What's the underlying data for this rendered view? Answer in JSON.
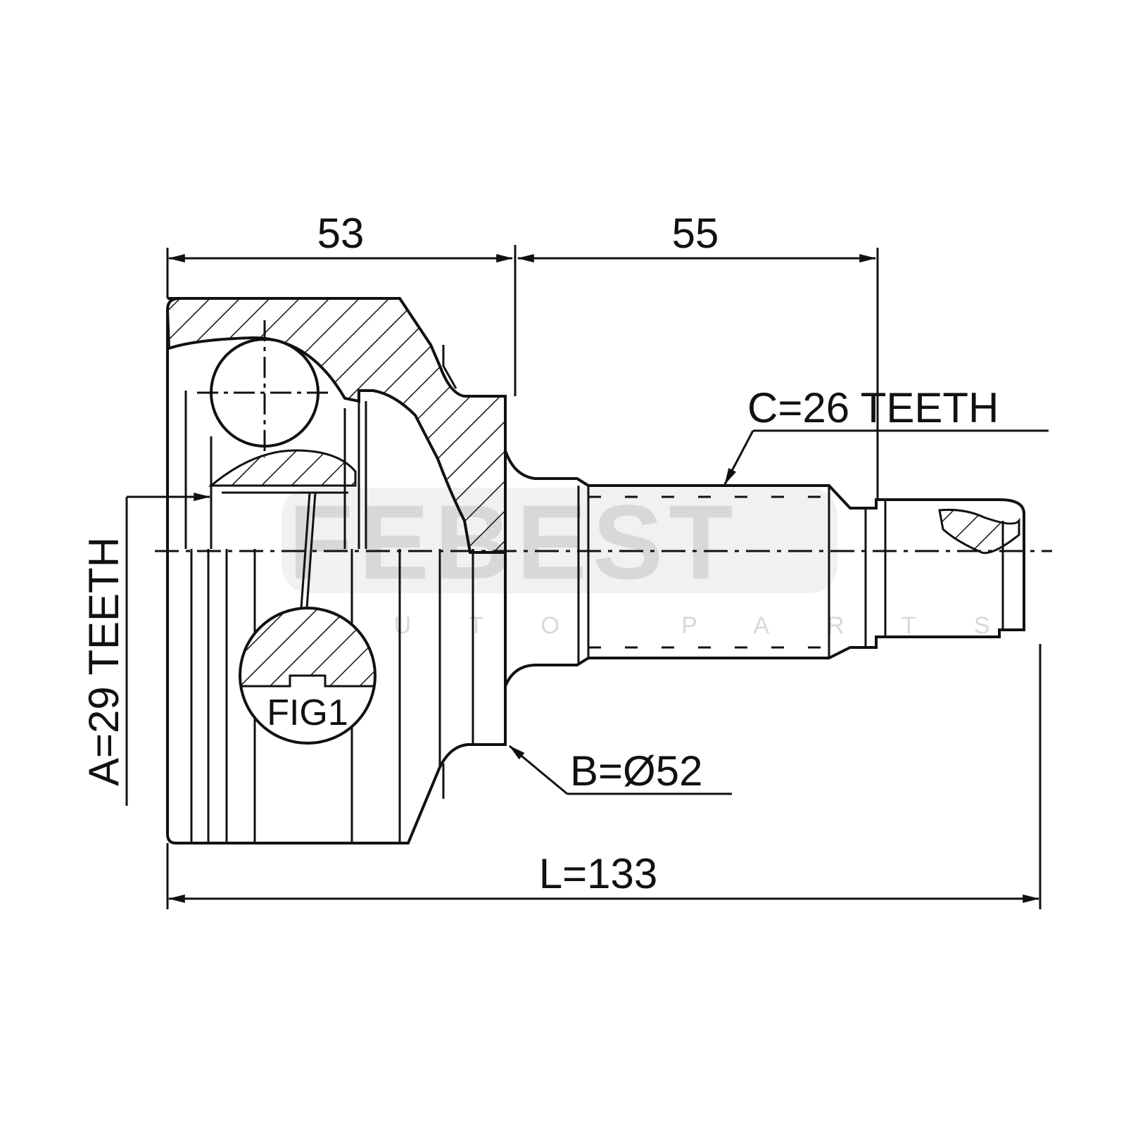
{
  "dimensions": {
    "d53": "53",
    "d55": "55",
    "c_teeth": "C=26 TEETH",
    "a_teeth": "A=29 TEETH",
    "b_dia": "B=Ø52",
    "length": "L=133",
    "fig": "FIG1"
  },
  "watermark": {
    "brand": "FEBEST",
    "sub": "AUTO PARTS"
  },
  "colors": {
    "line": "#111111",
    "watermark": "#d8d8d8",
    "background": "#ffffff"
  }
}
